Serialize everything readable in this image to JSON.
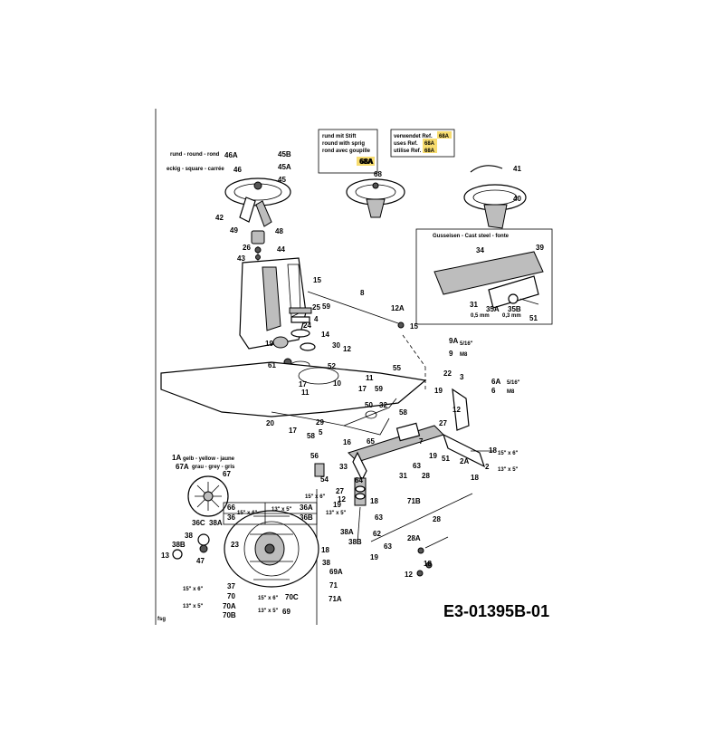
{
  "diagram": {
    "part_number": "E3-01395B-01",
    "footnote": "fsg",
    "steering_wheel_variants": {
      "round": "rund - round - rond",
      "square": "eckig - square - carrée",
      "pin_note": [
        "rund mit Stift",
        "round with sprig",
        "rond avec goupille"
      ],
      "pin_ref": "68A",
      "uses_note_prefix": [
        "verwendet Ref.",
        "uses Ref.",
        "utilise Ref."
      ],
      "uses_ref": "68A"
    },
    "cast_steel": "Gusseisen - Cast steel - fonte",
    "hubcap_colors": {
      "yellow": "gelb - yellow - jaune",
      "grey": "grau - grey - gris"
    },
    "dims": {
      "d1": "0,5 mm",
      "d2": "0,3 mm",
      "bolt_516": "5/16\"",
      "bolt_m8": "M8",
      "size_15x6": "15\" x 6\"",
      "size_13x5": "13\" x 5\""
    },
    "part_labels": [
      "46A",
      "46",
      "45B",
      "45A",
      "45",
      "42",
      "49",
      "48",
      "26",
      "44",
      "43",
      "68A",
      "68",
      "41",
      "40",
      "34",
      "39",
      "31",
      "35A",
      "35B",
      "51",
      "15",
      "8",
      "59",
      "25",
      "4",
      "24",
      "14",
      "19",
      "30",
      "12",
      "61",
      "12A",
      "15",
      "9A",
      "9",
      "22",
      "3",
      "6A",
      "6",
      "55",
      "52",
      "17",
      "10",
      "11",
      "17",
      "11",
      "59",
      "19",
      "12",
      "27",
      "7",
      "32",
      "50",
      "58",
      "28",
      "20",
      "29",
      "17",
      "5",
      "58",
      "56",
      "65",
      "16",
      "19",
      "51",
      "18",
      "2",
      "2A",
      "18",
      "63",
      "31",
      "33",
      "54",
      "64",
      "27",
      "12",
      "18",
      "19",
      "1A",
      "67A",
      "67",
      "66",
      "36",
      "36A",
      "36B",
      "36C",
      "38A",
      "38",
      "38B",
      "13",
      "47",
      "23",
      "37",
      "70",
      "70A",
      "70B",
      "70C",
      "69",
      "69A",
      "71",
      "71A",
      "71B",
      "28",
      "28A",
      "18",
      "63",
      "12",
      "62",
      "63",
      "18",
      "38B",
      "38",
      "38A",
      "19",
      "12"
    ]
  }
}
